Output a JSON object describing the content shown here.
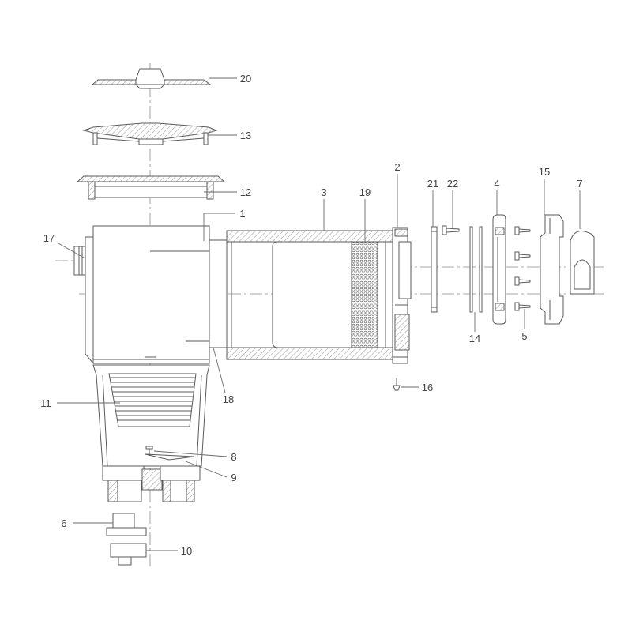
{
  "diagram": {
    "labels": {
      "p1": "1",
      "p2": "2",
      "p3": "3",
      "p4": "4",
      "p5": "5",
      "p6": "6",
      "p7": "7",
      "p8": "8",
      "p9": "9",
      "p10": "10",
      "p11": "11",
      "p12": "12",
      "p13": "13",
      "p14": "14",
      "p15": "15",
      "p16": "16",
      "p17": "17",
      "p18": "18",
      "p19": "19",
      "p20": "20",
      "p21": "21",
      "p22": "22"
    }
  },
  "colors": {
    "line": "#5a5a5a",
    "background": "#ffffff",
    "label": "#444444"
  }
}
